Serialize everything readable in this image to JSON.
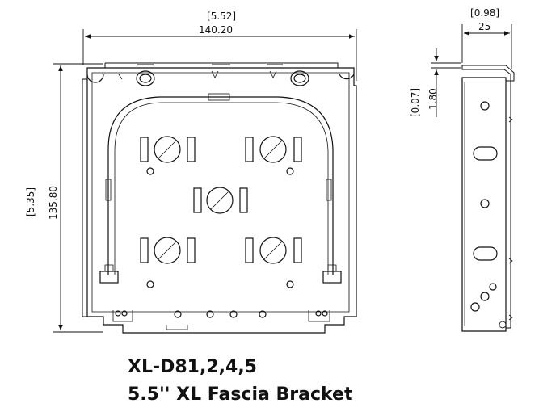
{
  "dimensions": {
    "width_in": "5.52",
    "width_mm": "140.20",
    "height_in": "5.35",
    "height_mm": "135.80",
    "depth_in": "0.98",
    "depth_mm": "25",
    "thickness_in": "0.07",
    "thickness_mm": "1.80"
  },
  "caption": {
    "model": "XL-D81,2,4,5",
    "name": "5.5'' XL Fascia Bracket"
  },
  "colors": {
    "line": "#111111",
    "background": "#ffffff"
  }
}
